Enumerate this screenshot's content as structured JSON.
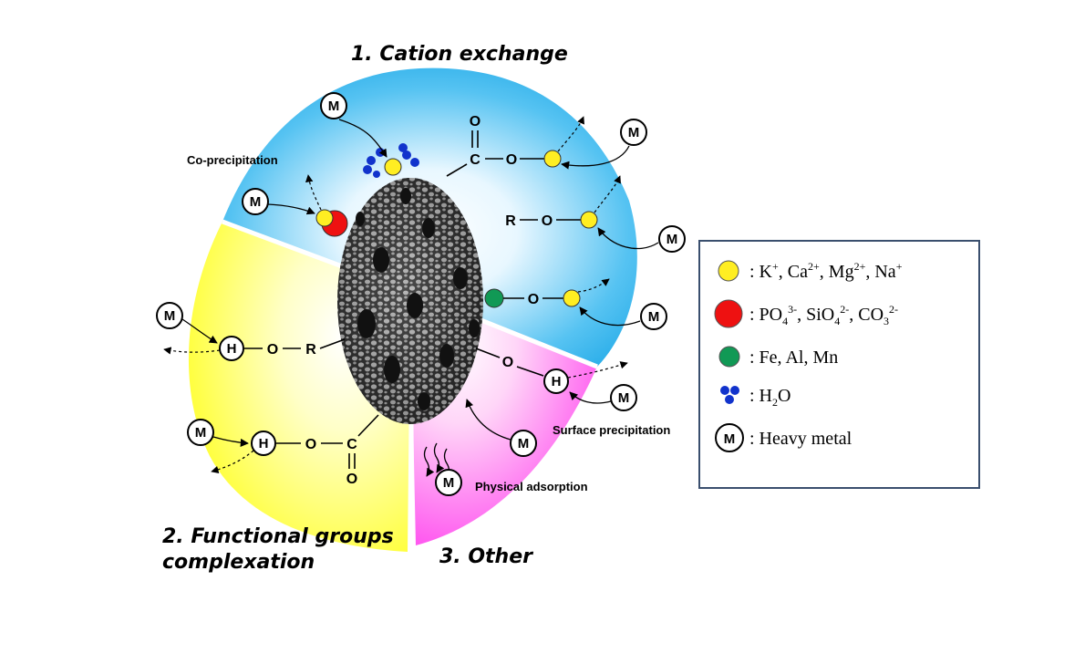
{
  "titles": {
    "cation_exchange": "1. Cation exchange",
    "functional_line1": "2. Functional groups",
    "functional_line2": "complexation",
    "other": "3. Other"
  },
  "labels": {
    "co_precipitation": "Co-precipitation",
    "surface_precipitation": "Surface precipitation",
    "physical_adsorption": "Physical adsorption"
  },
  "symbols": {
    "metal": "M",
    "hydrogen": "H",
    "oxygen": "O",
    "carbon": "C",
    "radical": "R"
  },
  "legend": {
    "cations": {
      "prefix": ": K",
      "ca": ", Ca",
      "two": "2",
      "mg": ", Mg",
      "na": ", Na",
      "plus": "+"
    },
    "anions": {
      "prefix": ": PO",
      "four": "4",
      "three_minus": "3-",
      "si": ", SiO",
      "two_minus": "2-",
      "co": ", CO",
      "three": "3"
    },
    "metals_oxides": ": Fe, Al, Mn",
    "water": {
      "prefix": ": H",
      "two": "2",
      "o": "O"
    },
    "heavy_metal": ": Heavy metal"
  },
  "colors": {
    "cation_region": "#3fb8ee",
    "functional_region": "#ffff33",
    "other_region": "#ff55ee",
    "cation_dot": "#ffee22",
    "anion_dot": "#ee1111",
    "oxide_dot": "#119955",
    "water_dot": "#1133cc",
    "legend_border": "#3a4f6e"
  }
}
